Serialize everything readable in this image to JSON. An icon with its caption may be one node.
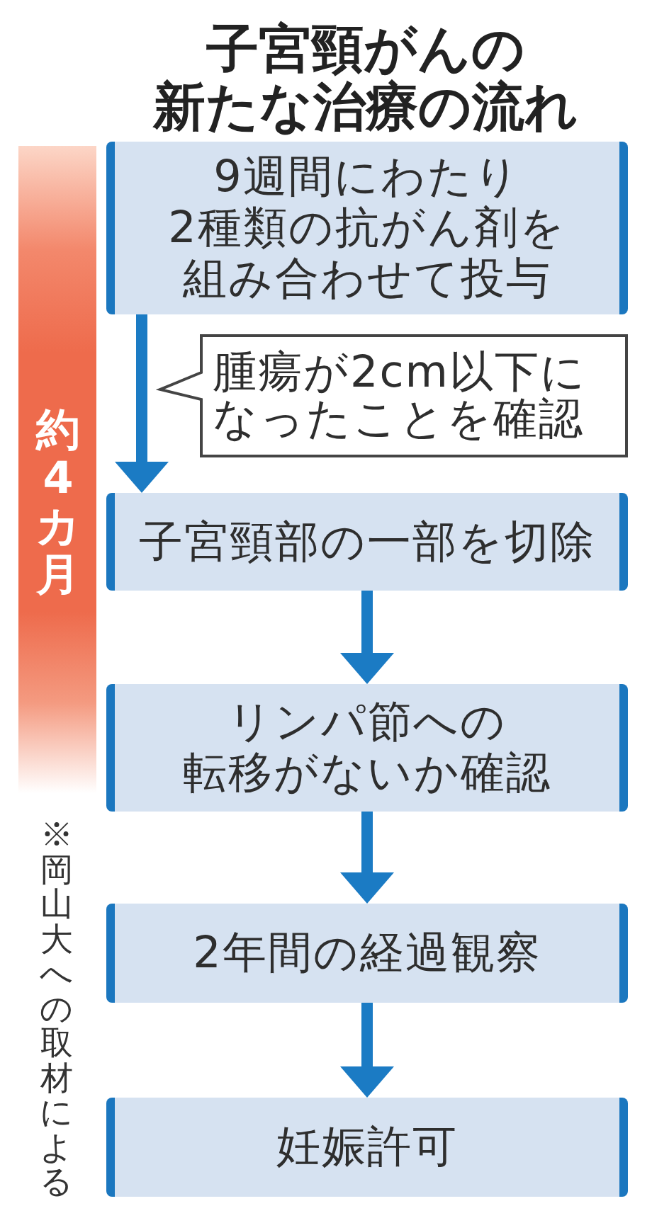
{
  "diagram": {
    "title": "子宮頸がんの新たな治療の流れ",
    "nodes": [
      {
        "text": [
          "約4カ月"
        ]
      },
      {
        "text": [
          "9週間にわたり2種類の抗がん剤を組み合わせて投与"
        ]
      },
      {
        "text": [
          "子宮頸部の一部を切除"
        ]
      },
      {
        "text": [
          "リンパ節への転移がないか確認"
        ]
      },
      {
        "text": [
          "2年間の経過観察"
        ]
      },
      {
        "text": [
          "妊娠許可"
        ]
      }
    ],
    "edges": [
      {
        "from": 1,
        "to": 2,
        "arrow": "to",
        "label": "腫瘍が2cm以下になったことを確認"
      },
      {
        "from": 2,
        "to": 3,
        "arrow": "to"
      },
      {
        "from": 3,
        "to": 4,
        "arrow": "to"
      },
      {
        "from": 4,
        "to": 5,
        "arrow": "to"
      }
    ],
    "labels": [
      "※岡山大への取材による"
    ]
  }
}
